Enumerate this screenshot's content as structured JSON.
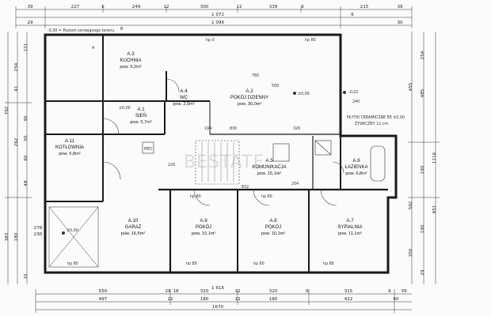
{
  "rooms": [
    {
      "code": "A.3",
      "name": "KUCHNIA",
      "area": "pow. 9,2m²"
    },
    {
      "code": "A.4",
      "name": "WC",
      "area": "pow. 2,0m²"
    },
    {
      "code": "A.2",
      "name": "POKÓJ DZIENNY",
      "area": "pow. 30,0m²"
    },
    {
      "code": "A.1",
      "name": "SIEŃ",
      "area": "pow. 5,7m²"
    },
    {
      "code": "A.11",
      "name": "KOTŁOWNIA",
      "area": "pow. 6,8m²"
    },
    {
      "code": "A.5",
      "name": "KOMUNIKACJA",
      "area": "pow. 15,1m²"
    },
    {
      "code": "A.6",
      "name": "ŁAZIENKA",
      "area": "pow. 6,8m²"
    },
    {
      "code": "A.10",
      "name": "GARAŻ",
      "area": "pow. 16,5m²"
    },
    {
      "code": "A.9",
      "name": "POKÓJ",
      "area": "pow. 10,1m²"
    },
    {
      "code": "A.8",
      "name": "POKÓJ",
      "area": "pow. 10,1m²"
    },
    {
      "code": "A.7",
      "name": "SYPIALNIA",
      "area": "pow. 11,1m²"
    }
  ],
  "top_dims": {
    "row1": [
      "39",
      "227",
      "6",
      "249",
      "12",
      "300",
      "12",
      "339",
      "6",
      "215",
      "39"
    ],
    "row2": [
      "1 072",
      "6"
    ],
    "row3": [
      "29",
      "1 096",
      "30"
    ]
  },
  "bottom_dims": {
    "row1": [
      "550",
      "29",
      "18",
      "320",
      "12",
      "320",
      "6",
      "315",
      "6",
      "39"
    ],
    "row2": [
      "497",
      "12",
      "180",
      "12",
      "180",
      "422",
      "60"
    ],
    "row3": [
      "1 616",
      "1670"
    ]
  },
  "left_dims": [
    "792",
    "254",
    "41",
    "121",
    "90",
    "50",
    "60",
    "262",
    "48",
    "180",
    "383",
    "278",
    "230",
    "10"
  ],
  "right_dims": [
    "254",
    "455",
    "592",
    "190",
    "1116",
    "651",
    "190",
    "485",
    "350",
    "29"
  ],
  "notes": {
    "level_top": "-0,30 = Poziom istniejącego terenu",
    "level_a2": "±0,00",
    "level_a1": "±0,00",
    "level_garage": "±0,00",
    "level_outside": "-0,02",
    "heights": [
      "hp 0",
      "hp 80",
      "hp 80",
      "hp 80",
      "hp 80",
      "hp 80",
      "hp 80",
      "hp 80"
    ],
    "tile": "PŁYTKI CERAMICZNE EE ±0,00",
    "tile2": "ŻYWICZNY 12 cm",
    "boiler": "PIEC",
    "misc": [
      "760",
      "326",
      "830",
      "832",
      "194",
      "204",
      "226",
      "240",
      "500",
      "A",
      "B"
    ]
  },
  "watermark": "BESTATE",
  "colors": {
    "wall": "#1a1a1a",
    "dim": "#333333",
    "paper": "#fbfbfa"
  }
}
